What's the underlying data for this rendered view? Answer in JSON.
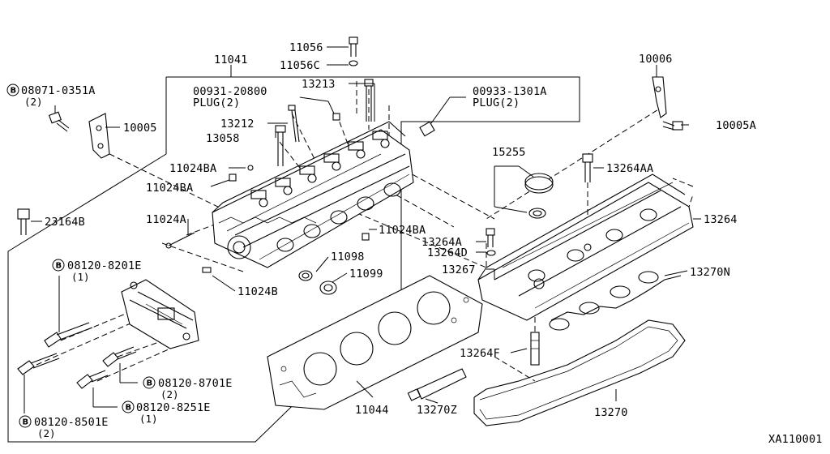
{
  "labels": {
    "p11056": "11056",
    "p11056c": "11056C",
    "p11041": "11041",
    "p10006": "10006",
    "p08071": "08071-0351A",
    "p08071_qty": "(2)",
    "p00931": "00931-20800",
    "p00931_plug": "PLUG(2)",
    "p13213": "13213",
    "p00933": "00933-1301A",
    "p00933_plug": "PLUG(2)",
    "p10005": "10005",
    "p10005a": "10005A",
    "p13212": "13212",
    "p13058": "13058",
    "p15255": "15255",
    "p11024ba_1": "11024BA",
    "p11024ba_2": "11024BA",
    "p13264aa": "13264AA",
    "p11024a": "11024A",
    "p13264": "13264",
    "p23164b": "23164B",
    "p11024ba_3": "11024BA",
    "p13264a": "13264A",
    "p13264d": "13264D",
    "p11098": "11098",
    "p08120_8201e": "08120-8201E",
    "p08120_8201e_qty": "(1)",
    "p13267": "13267",
    "p13270n": "13270N",
    "p11099": "11099",
    "p11024b": "11024B",
    "p13264f": "13264F",
    "p08120_8701e": "08120-8701E",
    "p08120_8701e_qty": "(2)",
    "p08120_8251e": "08120-8251E",
    "p08120_8251e_qty": "(1)",
    "p11044": "11044",
    "p13270z": "13270Z",
    "p13270": "13270",
    "p08120_8501e": "08120-8501E",
    "p08120_8501e_qty": "(2)",
    "diagram_code": "XA110001",
    "bolt_marker": "B"
  }
}
